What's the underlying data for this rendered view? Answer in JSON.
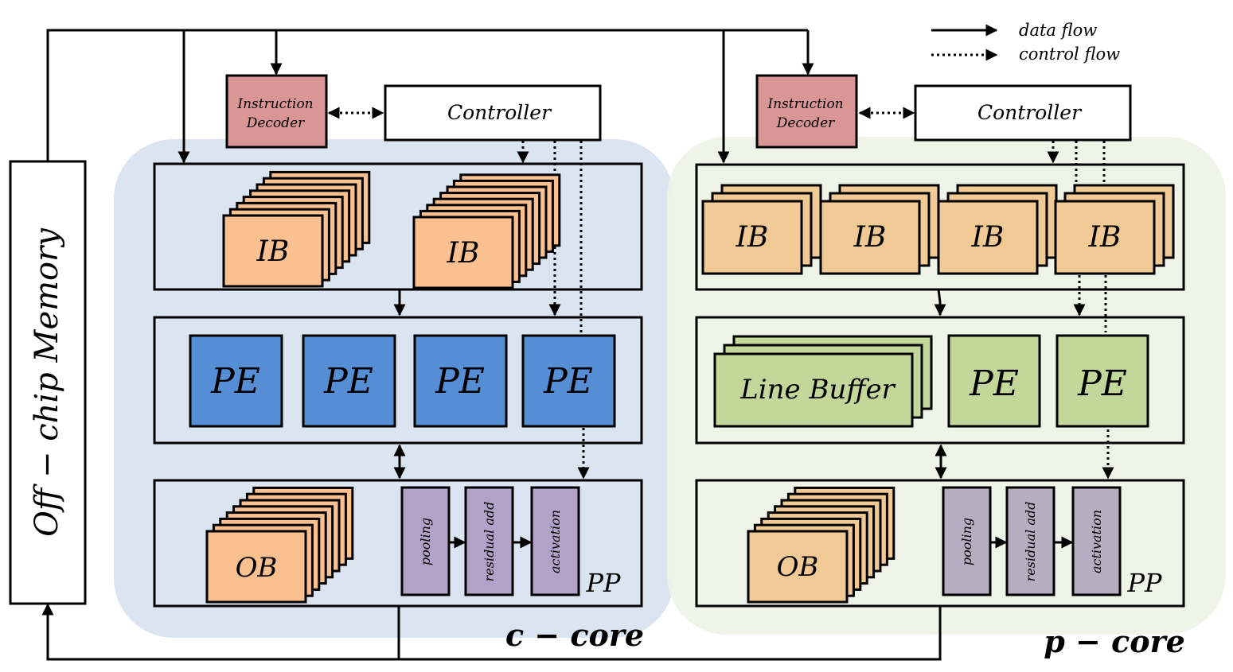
{
  "legend": {
    "data_flow": "data flow",
    "control_flow": "control flow"
  },
  "memory": {
    "label": "Off − chip Memory"
  },
  "c_core": {
    "title": "c − core",
    "instruction_decoder": [
      "Instruction",
      "Decoder"
    ],
    "controller": "Controller",
    "input_buffers": [
      "IB",
      "IB"
    ],
    "pes": [
      "PE",
      "PE",
      "PE",
      "PE"
    ],
    "output_buffer": "OB",
    "post_processing": [
      "pooling",
      "residual add",
      "activation"
    ],
    "pp_label": "PP"
  },
  "p_core": {
    "title": "p − core",
    "instruction_decoder": [
      "Instruction",
      "Decoder"
    ],
    "controller": "Controller",
    "input_buffers": [
      "IB",
      "IB",
      "IB",
      "IB"
    ],
    "line_buffer": "Line Buffer",
    "pes": [
      "PE",
      "PE"
    ],
    "output_buffer": "OB",
    "post_processing": [
      "pooling",
      "residual add",
      "activation"
    ],
    "pp_label": "PP"
  },
  "colors": {
    "c_core_bg": "#dbe5f1",
    "p_core_bg": "#eff3e6",
    "instruction_decoder": "#da9694",
    "c_buffer": "#fac090",
    "p_buffer": "#f0c995",
    "c_pe": "#558ed5",
    "p_pe": "#c4d79b",
    "c_pp": "#b3a2c7",
    "p_pp": "#b6adc0"
  }
}
